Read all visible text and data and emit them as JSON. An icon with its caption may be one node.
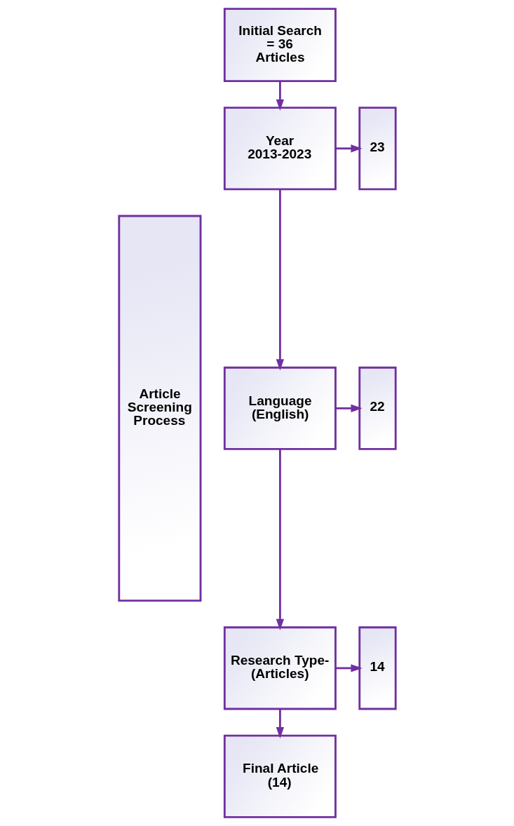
{
  "diagram": {
    "nodes": [
      {
        "text": [
          "Initial Search = 36 Articles"
        ]
      },
      {
        "text": [
          "Article Screening Process"
        ]
      },
      {
        "text": [
          "Year 2013-2023"
        ]
      },
      {
        "text": [
          "23"
        ]
      },
      {
        "text": [
          "Language (English)"
        ]
      },
      {
        "text": [
          "22"
        ]
      },
      {
        "text": [
          "Research Type- (Articles)"
        ]
      },
      {
        "text": [
          "14"
        ]
      },
      {
        "text": [
          "Final Article (14)"
        ]
      }
    ],
    "edges": [
      {
        "from": 0,
        "to": 2,
        "arrow": "to"
      },
      {
        "from": 2,
        "to": 3,
        "arrow": "to"
      },
      {
        "from": 2,
        "to": 4,
        "arrow": "to"
      },
      {
        "from": 4,
        "to": 5,
        "arrow": "to"
      },
      {
        "from": 4,
        "to": 6,
        "arrow": "to"
      },
      {
        "from": 6,
        "to": 7,
        "arrow": "to"
      },
      {
        "from": 6,
        "to": 8,
        "arrow": "to"
      }
    ]
  }
}
